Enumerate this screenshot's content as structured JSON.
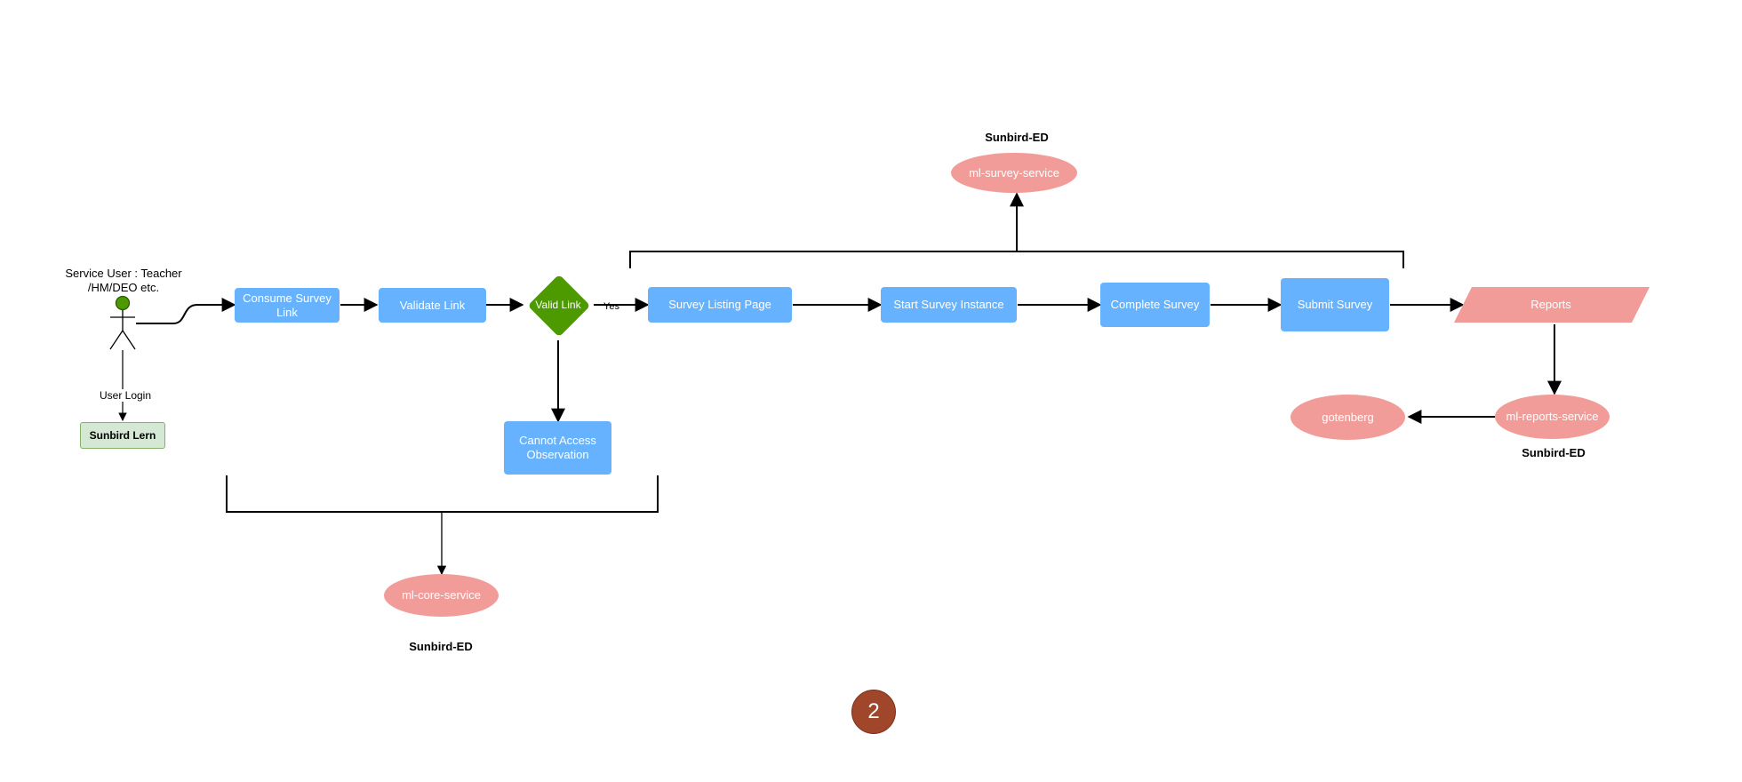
{
  "actor": {
    "label_line1": "Service User : Teacher",
    "label_line2": "/HM/DEO etc.",
    "login_label": "User Login"
  },
  "nodes": {
    "sunbird_lern": "Sunbird Lern",
    "consume_link": "Consume Survey Link",
    "validate_link": "Validate  Link",
    "valid_link": "Valid Link",
    "yes_label": "Yes",
    "cannot_access": "Cannot Access Observation",
    "survey_listing": "Survey Listing Page",
    "start_instance": "Start Survey Instance",
    "complete_survey": "Complete Survey",
    "submit_survey": "Submit Survey",
    "reports": "Reports"
  },
  "services": {
    "survey_service": "ml-survey-service",
    "survey_platform": "Sunbird-ED",
    "core_service": "ml-core-service",
    "core_platform": "Sunbird-ED",
    "reports_service": "ml-reports-service",
    "reports_platform": "Sunbird-ED",
    "gotenberg": "gotenberg"
  },
  "page_number": "2",
  "colors": {
    "process_blue": "#66b2ff",
    "service_pink": "#f19c99",
    "decision_green": "#4d9900",
    "lern_green": "#d5e8d4",
    "badge_brown": "#a0462a"
  }
}
